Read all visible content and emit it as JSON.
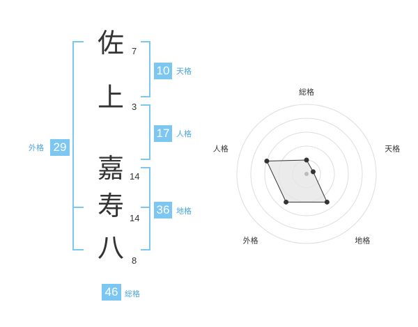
{
  "characters": [
    {
      "char": "佐",
      "strokes": "7"
    },
    {
      "char": "上",
      "strokes": "3"
    },
    {
      "char": "嘉",
      "strokes": "14"
    },
    {
      "char": "寿",
      "strokes": "14"
    },
    {
      "char": "八",
      "strokes": "8"
    }
  ],
  "kaku": {
    "tenkaku": {
      "value": "10",
      "label": "天格"
    },
    "jinkaku": {
      "value": "17",
      "label": "人格"
    },
    "chikaku": {
      "value": "36",
      "label": "地格"
    },
    "gaikaku": {
      "value": "29",
      "label": "外格"
    },
    "soukaku": {
      "value": "46",
      "label": "総格"
    }
  },
  "chart_data": {
    "type": "radar",
    "axes": [
      "総格",
      "天格",
      "地格",
      "外格",
      "人格"
    ],
    "values": [
      1,
      0.5,
      2.5,
      2.5,
      3
    ],
    "rmax": 5,
    "series_color": "#333333",
    "fill_color": "#e6e6e6",
    "grid_color": "#dddddd"
  }
}
